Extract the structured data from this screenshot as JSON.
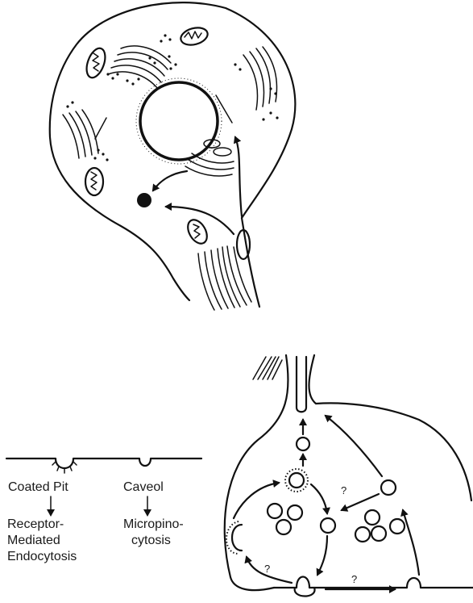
{
  "labels": {
    "coated_pit": "Coated Pit",
    "caveol": "Caveol",
    "receptor_line1": "Receptor-",
    "receptor_line2": "Mediated",
    "receptor_line3": "Endocytosis",
    "micro_line1": "Micropino-",
    "micro_line2": "cytosis",
    "question": "?"
  },
  "colors": {
    "ink": "#111111",
    "background": "#ffffff"
  },
  "icons": [
    "arrow-down-icon",
    "coated-vesicle-icon",
    "mitochondrion-icon",
    "golgi-stack-icon",
    "lysosome-icon"
  ]
}
